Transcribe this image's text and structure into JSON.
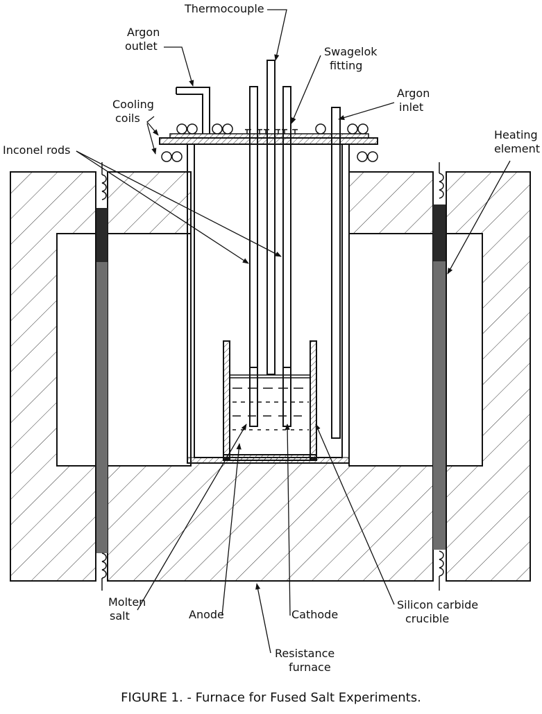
{
  "labels": {
    "thermocouple": "Thermocouple",
    "argon_outlet_1": "Argon",
    "argon_outlet_2": "outlet",
    "swagelok_1": "Swagelok",
    "swagelok_2": "fitting",
    "argon_inlet_1": "Argon",
    "argon_inlet_2": "inlet",
    "cooling_coils_1": "Cooling",
    "cooling_coils_2": "coils",
    "heating_element_1": "Heating",
    "heating_element_2": "element",
    "inconel_rods": "Inconel rods",
    "molten_salt_1": "Molten",
    "molten_salt_2": "salt",
    "anode": "Anode",
    "cathode": "Cathode",
    "crucible_1": "Silicon carbide",
    "crucible_2": "crucible",
    "furnace_1": "Resistance",
    "furnace_2": "furnace"
  },
  "caption": "FIGURE 1. - Furnace for Fused Salt Experiments."
}
